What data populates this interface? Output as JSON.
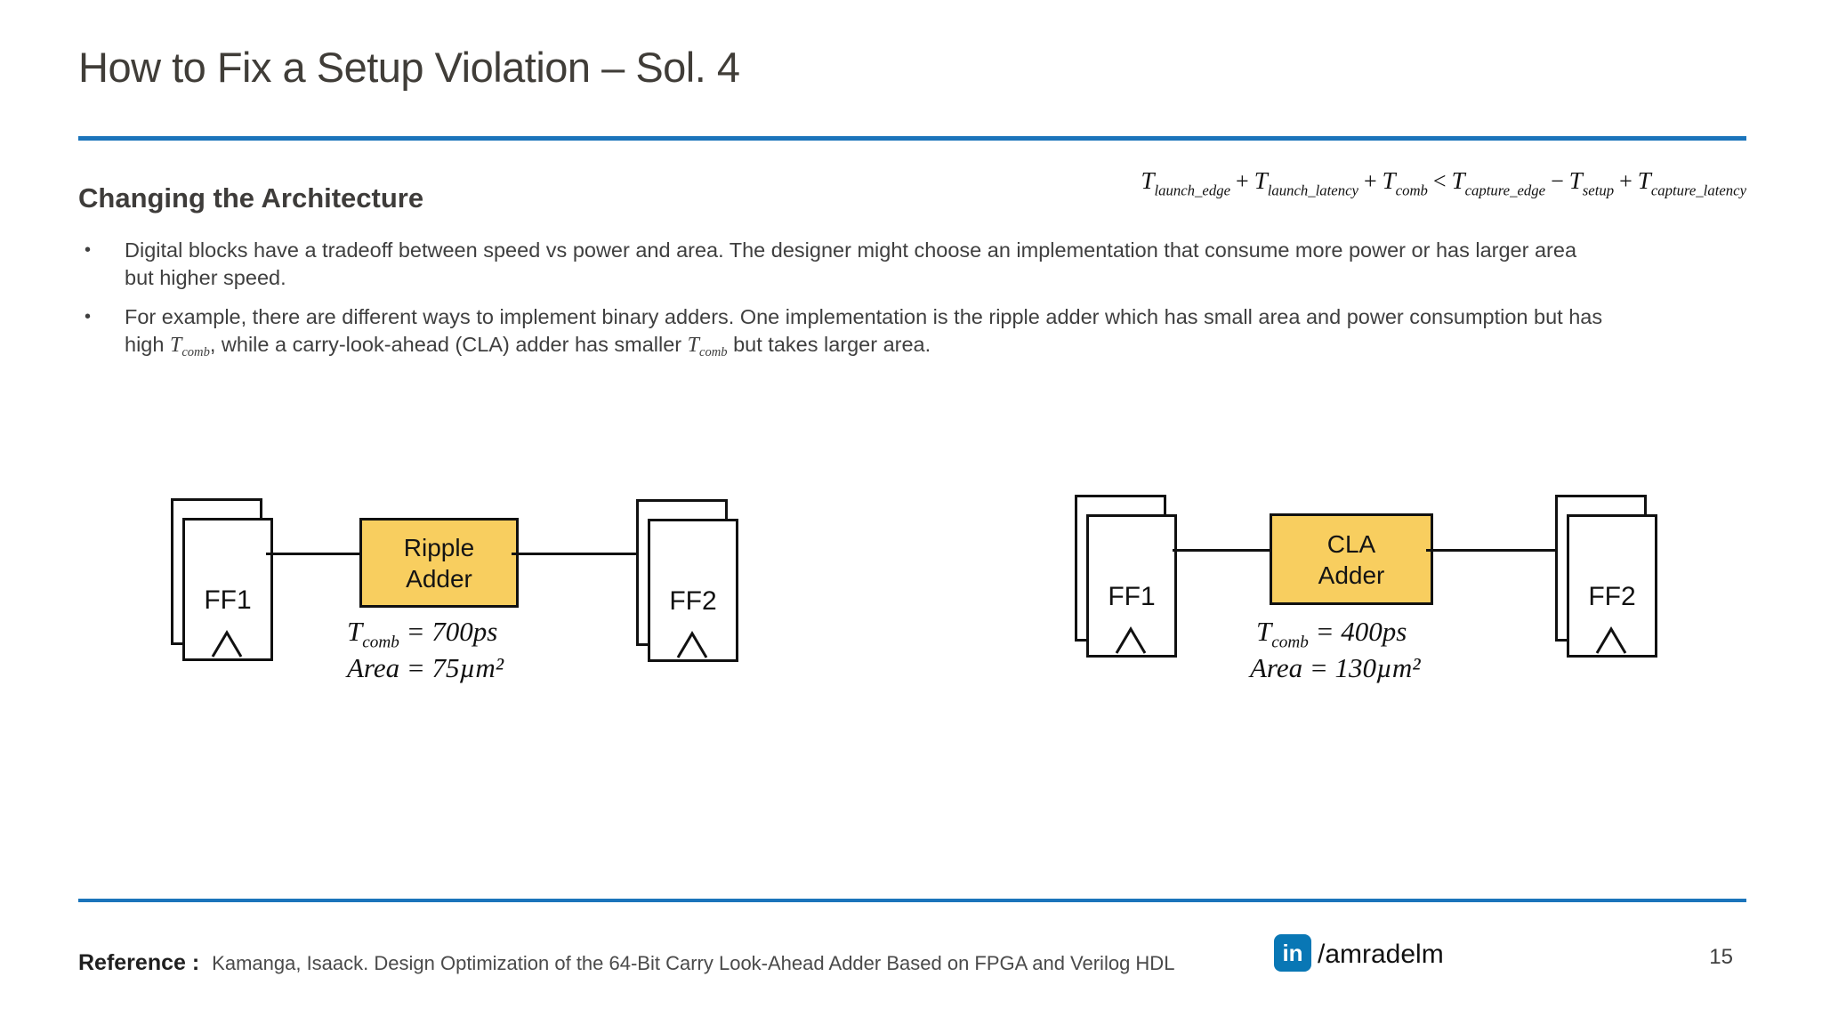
{
  "slide": {
    "title": "How to Fix a Setup Violation – Sol. 4",
    "bullet_char": "•"
  },
  "colors": {
    "accent_blue": "#1B74BB",
    "adder_fill": "#F8CE5F",
    "linkedin_blue": "#0977B5",
    "text_dark": "#3F3F3F"
  },
  "formula": {
    "segments": [
      {
        "t": "T",
        "s": "launch_edge"
      },
      {
        "op": "+"
      },
      {
        "t": "T",
        "s": "launch_latency"
      },
      {
        "op": "+"
      },
      {
        "t": "T",
        "s": "comb"
      },
      {
        "op": "<"
      },
      {
        "t": "T",
        "s": "capture_edge"
      },
      {
        "op": "−"
      },
      {
        "t": "T",
        "s": "setup"
      },
      {
        "op": "+"
      },
      {
        "t": "T",
        "s": "capture_latency"
      }
    ]
  },
  "section": {
    "heading": "Changing the Architecture",
    "bullets": [
      {
        "lines": [
          [
            {
              "text": "Digital blocks have a tradeoff between speed vs power and area. The designer might choose an implementation that consume more power or has larger area"
            }
          ],
          [
            {
              "text": "but higher speed."
            }
          ]
        ]
      },
      {
        "lines": [
          [
            {
              "text": "For example, there are different ways to implement binary adders. One implementation is the ripple adder which has small area and power consumption but has"
            }
          ],
          [
            {
              "text": "high "
            },
            {
              "t": "T",
              "s": "comb"
            },
            {
              "text": ", while a carry-look-ahead (CLA) adder has smaller "
            },
            {
              "t": "T",
              "s": "comb"
            },
            {
              "text": " but takes larger area."
            }
          ]
        ]
      }
    ]
  },
  "diagrams": [
    {
      "ff_left": "FF1",
      "block_line1": "Ripple",
      "block_line2": "Adder",
      "ff_right": "FF2",
      "tcomb": {
        "t": "T",
        "s": "comb",
        "rest": " = 700ps"
      },
      "area": "Area = 75µm²"
    },
    {
      "ff_left": "FF1",
      "block_line1": "CLA",
      "block_line2": "Adder",
      "ff_right": "FF2",
      "tcomb": {
        "t": "T",
        "s": "comb",
        "rest": " = 400ps"
      },
      "area": "Area = 130µm²"
    }
  ],
  "footer": {
    "reference_label": "Reference :",
    "reference_text": "Kamanga, Isaack. Design Optimization of the 64-Bit Carry Look-Ahead Adder Based on FPGA and Verilog HDL",
    "linkedin_icon": "in",
    "linkedin_handle": "/amradelm",
    "page_number": "15"
  }
}
